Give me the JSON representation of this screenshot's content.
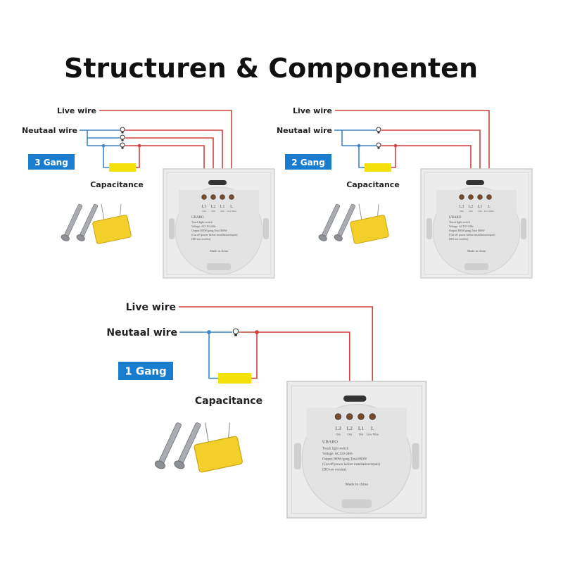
{
  "title": "Structuren & Componenten",
  "labels": {
    "live_wire": "Live wire",
    "neutral_wire": "Neutaal wire",
    "capacitance": "Capacitance"
  },
  "panels": [
    {
      "gang_label": "3 Gang",
      "bulbs": 3
    },
    {
      "gang_label": "2 Gang",
      "bulbs": 2
    },
    {
      "gang_label": "1 Gang",
      "bulbs": 1
    }
  ],
  "switch_back": {
    "terminals": [
      {
        "name": "L3",
        "sub": "Out"
      },
      {
        "name": "L2",
        "sub": "Out"
      },
      {
        "name": "L1",
        "sub": "Out"
      },
      {
        "name": "L",
        "sub": "Live Wire"
      }
    ],
    "brand": "UBARO",
    "lines": [
      "Touch light switch",
      "Voltage: AC110-240v",
      "Output:300W/gang,Total 800W",
      "(Cut off power before installation/repair)",
      "(DO not overlea)"
    ],
    "made_in": "Made in china"
  },
  "colors": {
    "live": "#d0403f",
    "neutral": "#3d86c8",
    "gang_badge": "#1a7ccf",
    "capacitor": "#f5e10a",
    "plate": "#ececec"
  }
}
